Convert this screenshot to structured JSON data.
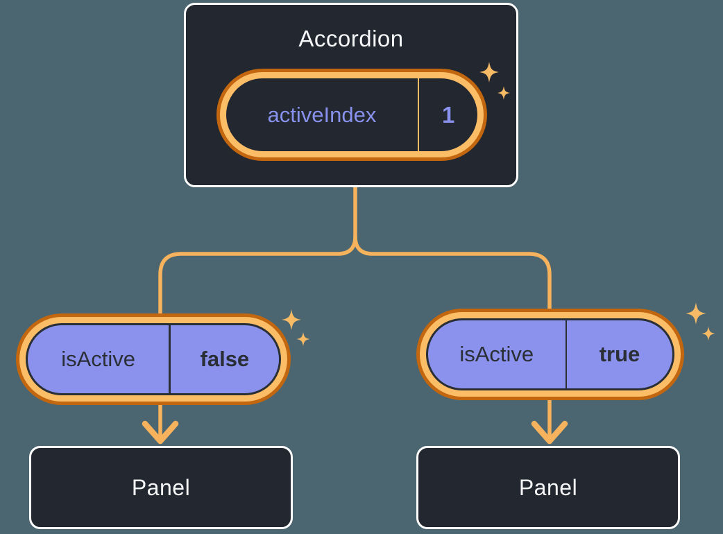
{
  "diagram": {
    "root": {
      "title": "Accordion",
      "state": {
        "label": "activeIndex",
        "value": "1"
      }
    },
    "children": [
      {
        "state": {
          "label": "isActive",
          "value": "false"
        },
        "panel_label": "Panel"
      },
      {
        "state": {
          "label": "isActive",
          "value": "true"
        },
        "panel_label": "Panel"
      }
    ],
    "icons": [
      "sparkle-icon"
    ],
    "colors": {
      "background": "#4B6670",
      "box_fill": "#23272F",
      "box_border": "#FFFFFF",
      "box_text": "#F6F7F9",
      "pill_fill_purple": "#8B92EE",
      "pill_text_purple": "#8891EC",
      "pill_text_dark": "#2A2E35",
      "ring_outer_orange": "#C2660F",
      "ring_inner_orange": "#FBBD66",
      "connector_line": "#F6B25C",
      "sparkle": "#F7BB66"
    }
  }
}
